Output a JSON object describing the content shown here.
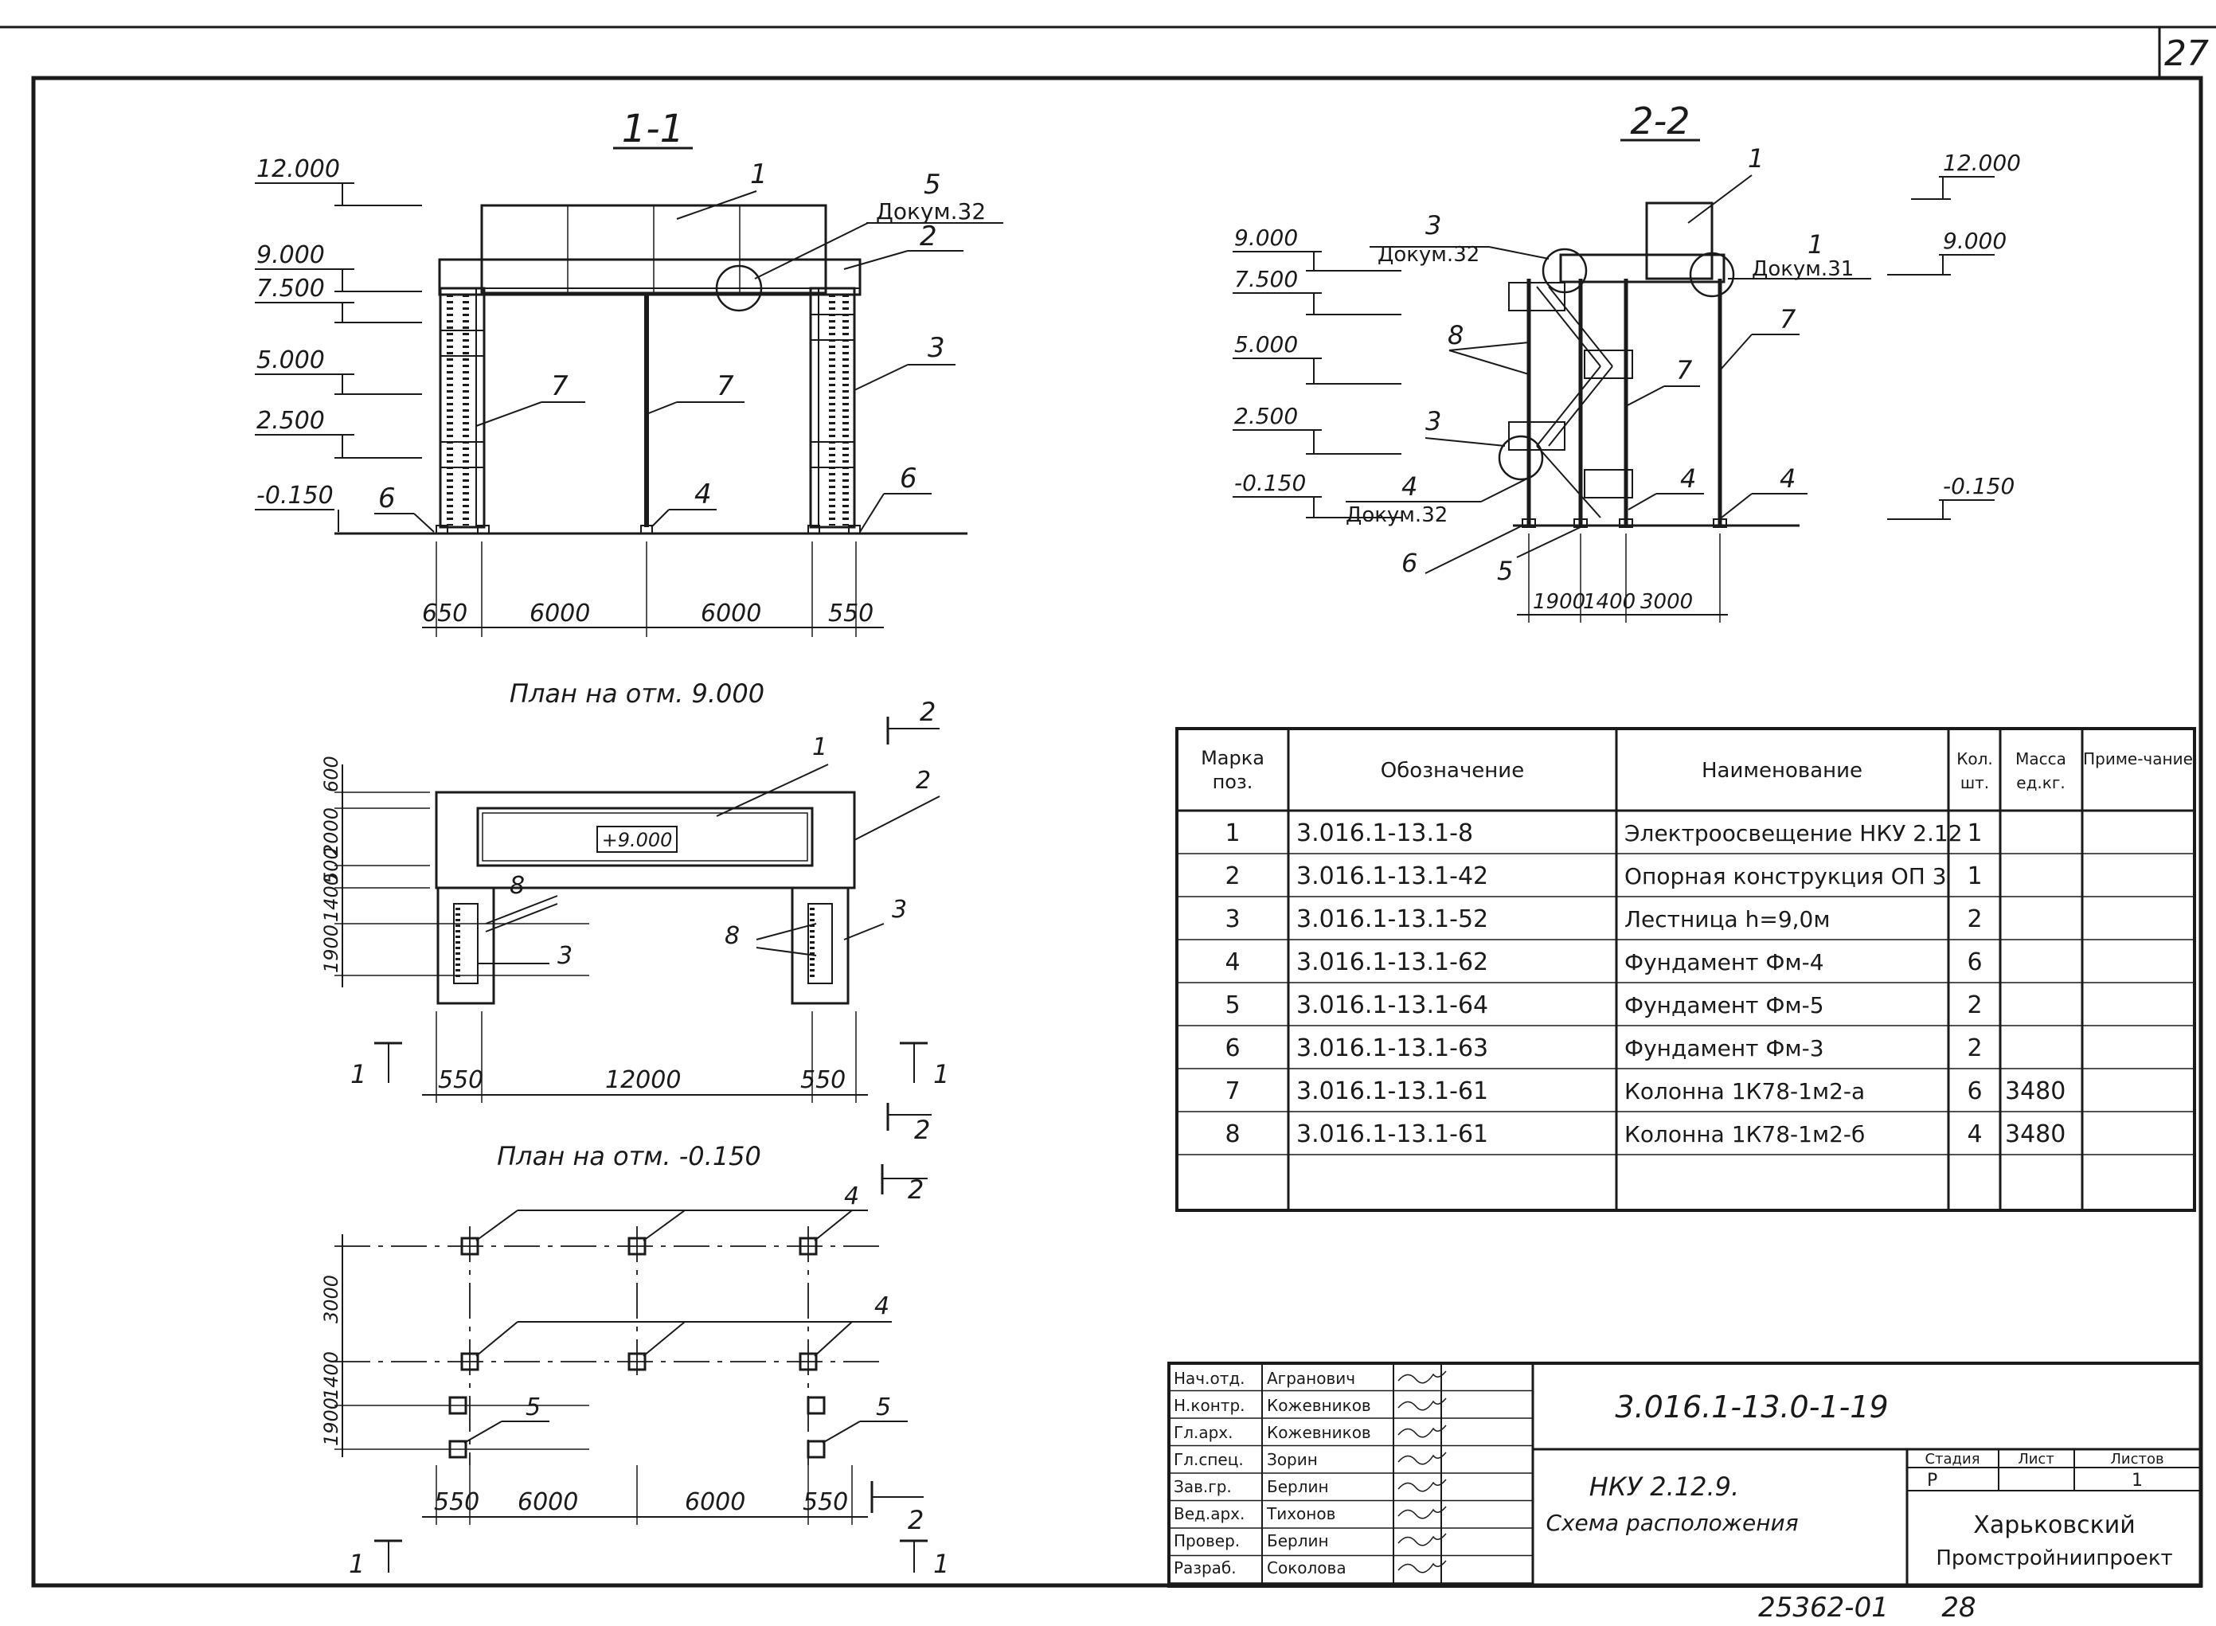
{
  "page_number": "27",
  "footer": {
    "code": "25362-01",
    "page": "28"
  },
  "section_1_1": {
    "title": "1-1",
    "levels": [
      "12.000",
      "9.000",
      "7.500",
      "5.000",
      "2.500",
      "-0.150"
    ],
    "leaders": [
      "1",
      "5",
      "Докум.32",
      "2",
      "3",
      "7",
      "7",
      "6",
      "4",
      "6"
    ],
    "dims": [
      "650",
      "6000",
      "6000",
      "550"
    ]
  },
  "section_2_2": {
    "title": "2-2",
    "levels_left": [
      "9.000",
      "7.500",
      "5.000",
      "2.500",
      "-0.150"
    ],
    "levels_right": [
      "12.000",
      "9.000",
      "-0.150"
    ],
    "leaders": [
      "1",
      "3",
      "Докум.32",
      "1",
      "Докум.31",
      "7",
      "8",
      "7",
      "3",
      "4",
      "Докум.32",
      "4",
      "4",
      "6",
      "5"
    ],
    "dims": [
      "1900",
      "1400",
      "3000"
    ]
  },
  "plan_9000": {
    "title": "План на отм. 9.000",
    "elevation_box": "+9.000",
    "leaders": [
      "1",
      "2",
      "8",
      "3",
      "8",
      "3"
    ],
    "vdims": [
      "600",
      "2000",
      "500",
      "1400",
      "1900"
    ],
    "dims": [
      "550",
      "12000",
      "550"
    ],
    "cut_marks": [
      "2",
      "2",
      "1",
      "1"
    ]
  },
  "plan_m0150": {
    "title": "План на отм. -0.150",
    "leaders": [
      "4",
      "4",
      "5",
      "5"
    ],
    "vdims": [
      "3000",
      "1400",
      "1900"
    ],
    "dims": [
      "550",
      "6000",
      "6000",
      "550"
    ],
    "cut_marks": [
      "2",
      "2",
      "1",
      "1"
    ]
  },
  "spec": {
    "headers": [
      "Марка поз.",
      "Обозначение",
      "Наименование",
      "Кол. шт.",
      "Масса ед.кг.",
      "Приме-чание"
    ],
    "rows": [
      [
        "1",
        "3.016.1-13.1-8",
        "Электроосвещение НКУ 2.12",
        "1",
        "",
        ""
      ],
      [
        "2",
        "3.016.1-13.1-42",
        "Опорная конструкция ОП 3",
        "1",
        "",
        ""
      ],
      [
        "3",
        "3.016.1-13.1-52",
        "Лестница h=9,0м",
        "2",
        "",
        ""
      ],
      [
        "4",
        "3.016.1-13.1-62",
        "Фундамент Фм-4",
        "6",
        "",
        ""
      ],
      [
        "5",
        "3.016.1-13.1-64",
        "Фундамент Фм-5",
        "2",
        "",
        ""
      ],
      [
        "6",
        "3.016.1-13.1-63",
        "Фундамент Фм-3",
        "2",
        "",
        ""
      ],
      [
        "7",
        "3.016.1-13.1-61",
        "Колонна 1К78-1м2-а",
        "6",
        "3480",
        ""
      ],
      [
        "8",
        "3.016.1-13.1-61",
        "Колонна 1К78-1м2-б",
        "4",
        "3480",
        ""
      ]
    ]
  },
  "title_block": {
    "staff": [
      [
        "Нач.отд.",
        "Агранович"
      ],
      [
        "Н.контр.",
        "Кожевников"
      ],
      [
        "Гл.арх.",
        "Кожевников"
      ],
      [
        "Гл.спец.",
        "Зорин"
      ],
      [
        "Зав.гр.",
        "Берлин"
      ],
      [
        "Вед.арх.",
        "Тихонов"
      ],
      [
        "Провер.",
        "Берлин"
      ],
      [
        "Разраб.",
        "Соколова"
      ]
    ],
    "doc_code": "3.016.1-13.0-1-19",
    "name_1": "НКУ 2.12.9.",
    "name_2": "Схема расположения",
    "stage_header": "Стадия",
    "sheet_header": "Лист",
    "sheets_header": "Листов",
    "stage": "Р",
    "sheet": "",
    "sheets": "1",
    "org_1": "Харьковский",
    "org_2": "Промстройниипроект"
  }
}
